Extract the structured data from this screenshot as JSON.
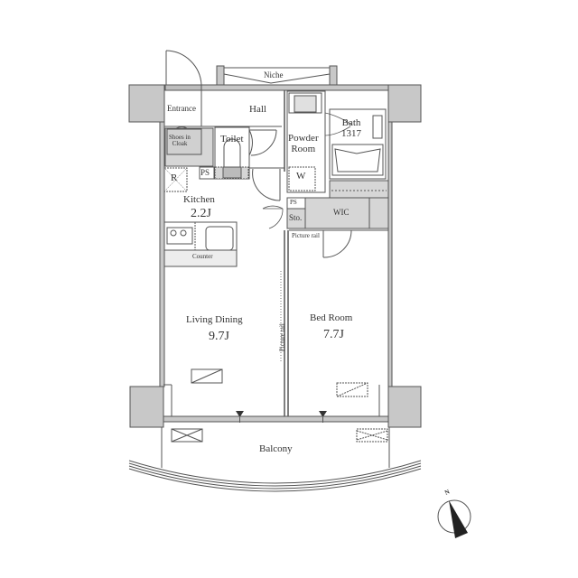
{
  "plan": {
    "colors": {
      "wall_fill": "#c8c8c8",
      "wall_stroke": "#555555",
      "line": "#555555",
      "text": "#333333",
      "background": "#ffffff"
    },
    "rooms": {
      "niche": "Niche",
      "entrance": "Entrance",
      "hall": "Hall",
      "shoes_cloak_line1": "Shoes in",
      "shoes_cloak_line2": "Cloak",
      "toilet": "Toilet",
      "powder_room_line1": "Powder",
      "powder_room_line2": "Room",
      "bath": "Bath",
      "bath_size": "1317",
      "washer": "W",
      "ps_toilet": "PS",
      "ps_powder": "PS",
      "refrigerator": "R",
      "kitchen": "Kitchen",
      "kitchen_area": "2.2J",
      "storage": "Sto.",
      "wic": "WIC",
      "picture_rail_bed": "Picture rail",
      "counter": "Counter",
      "living_dining": "Living Dining",
      "living_dining_area": "9.7J",
      "picture_rail_ld": "Picture rail",
      "bed_room": "Bed Room",
      "bed_room_area": "7.7J",
      "balcony": "Balcony"
    },
    "compass": {
      "label": "N",
      "icon": "north-arrow-icon"
    }
  }
}
